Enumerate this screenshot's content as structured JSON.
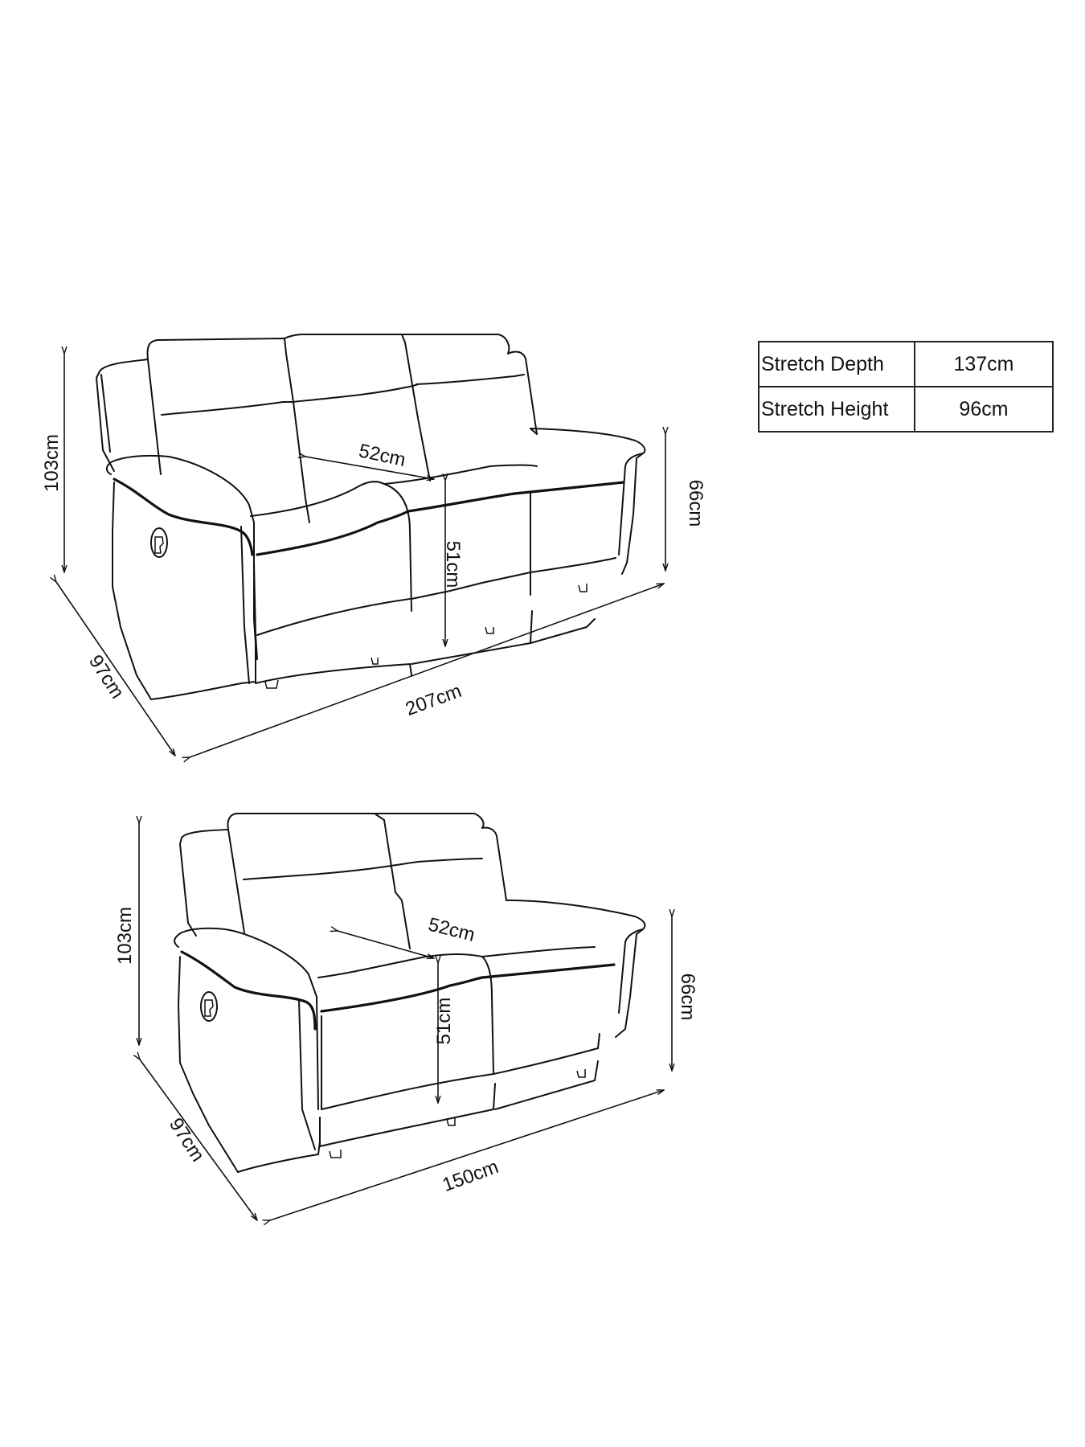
{
  "specs_table": {
    "rows": [
      {
        "label": "Stretch Depth",
        "value": "137cm"
      },
      {
        "label": "Stretch Height",
        "value": "96cm"
      }
    ]
  },
  "sofa_3_seater": {
    "overall_height": "103cm",
    "arm_height": "66cm",
    "depth": "97cm",
    "width": "207cm",
    "seat_depth": "52cm",
    "seat_height": "51cm"
  },
  "sofa_2_seater": {
    "overall_height": "103cm",
    "arm_height": "66cm",
    "depth": "97cm",
    "width": "150cm",
    "seat_depth": "52cm",
    "seat_height": "51cm"
  }
}
